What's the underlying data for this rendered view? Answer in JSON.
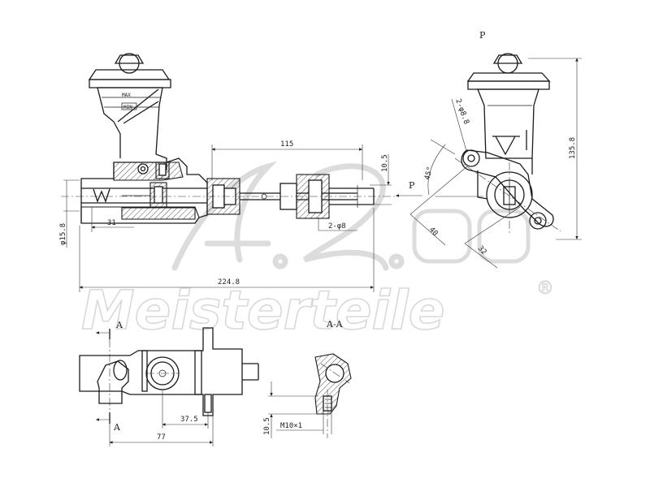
{
  "watermark": {
    "brand": "Meisterteile",
    "registered": "®"
  },
  "views": {
    "view_p": "P",
    "section_title": "A-A",
    "section_mark_top": "A",
    "section_mark_bottom": "A",
    "direction_arrow": "P"
  },
  "reservoir_marks": {
    "max": "MAX",
    "min": "MIN"
  },
  "dimensions": {
    "d115": "115",
    "d10_5_top": "10.5",
    "d2phi8": "2-φ8",
    "d31": "31",
    "dphi15_8": "φ15.8",
    "d224_8": "224.8",
    "d2phi8_8": "2-φ8.8",
    "d45": "45°",
    "d40": "40",
    "d32": "32",
    "d135_8": "135.8",
    "d37_5": "37.5",
    "d77": "77",
    "d10_5_bottom": "10.5",
    "dm10": "M10×1"
  }
}
